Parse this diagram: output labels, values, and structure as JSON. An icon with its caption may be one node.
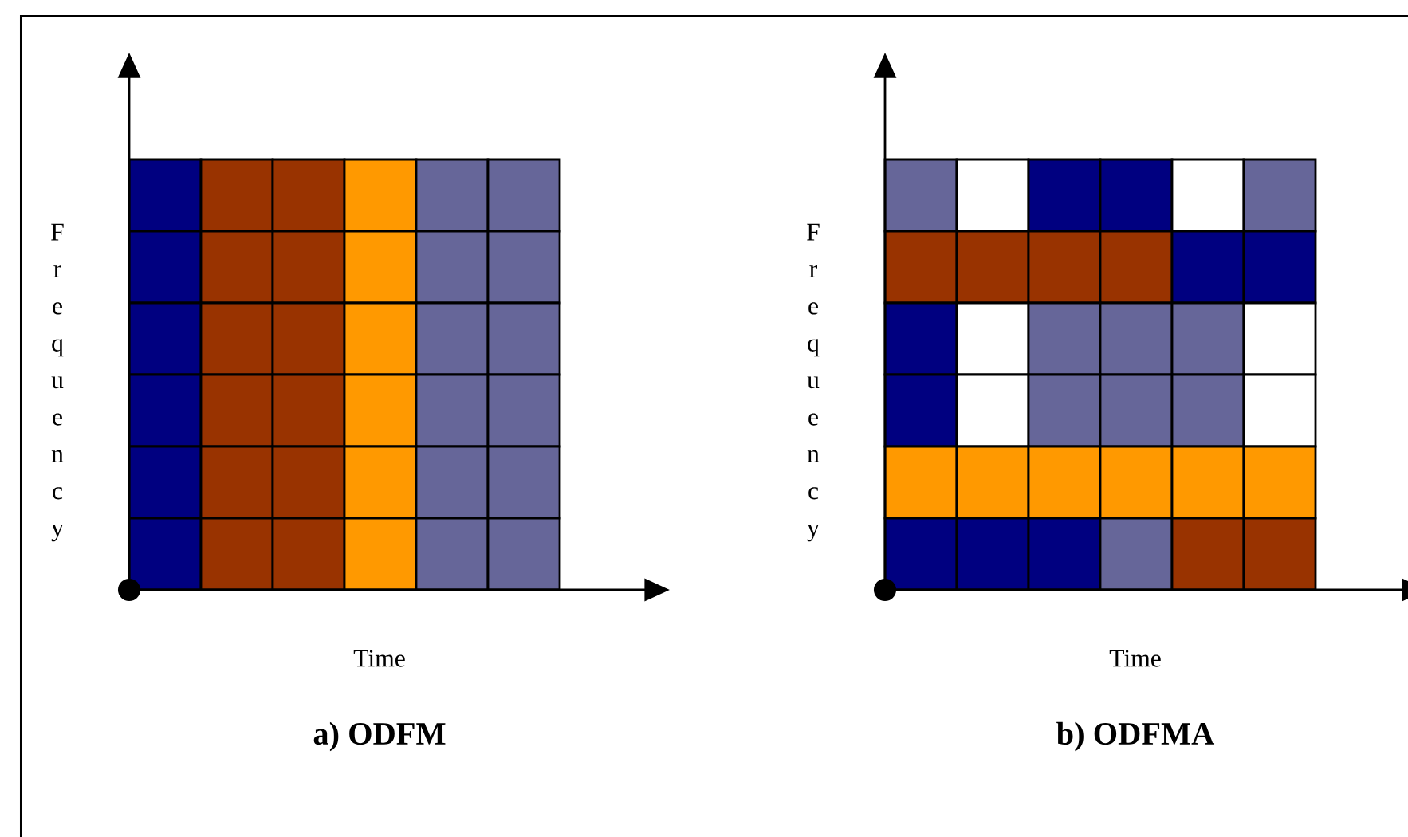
{
  "diagram": {
    "labels": [
      "F r e q u e n c y",
      "Time",
      "a) ODFM",
      "F r e q u e n c y",
      "Time",
      "b) ODFMA"
    ]
  }
}
